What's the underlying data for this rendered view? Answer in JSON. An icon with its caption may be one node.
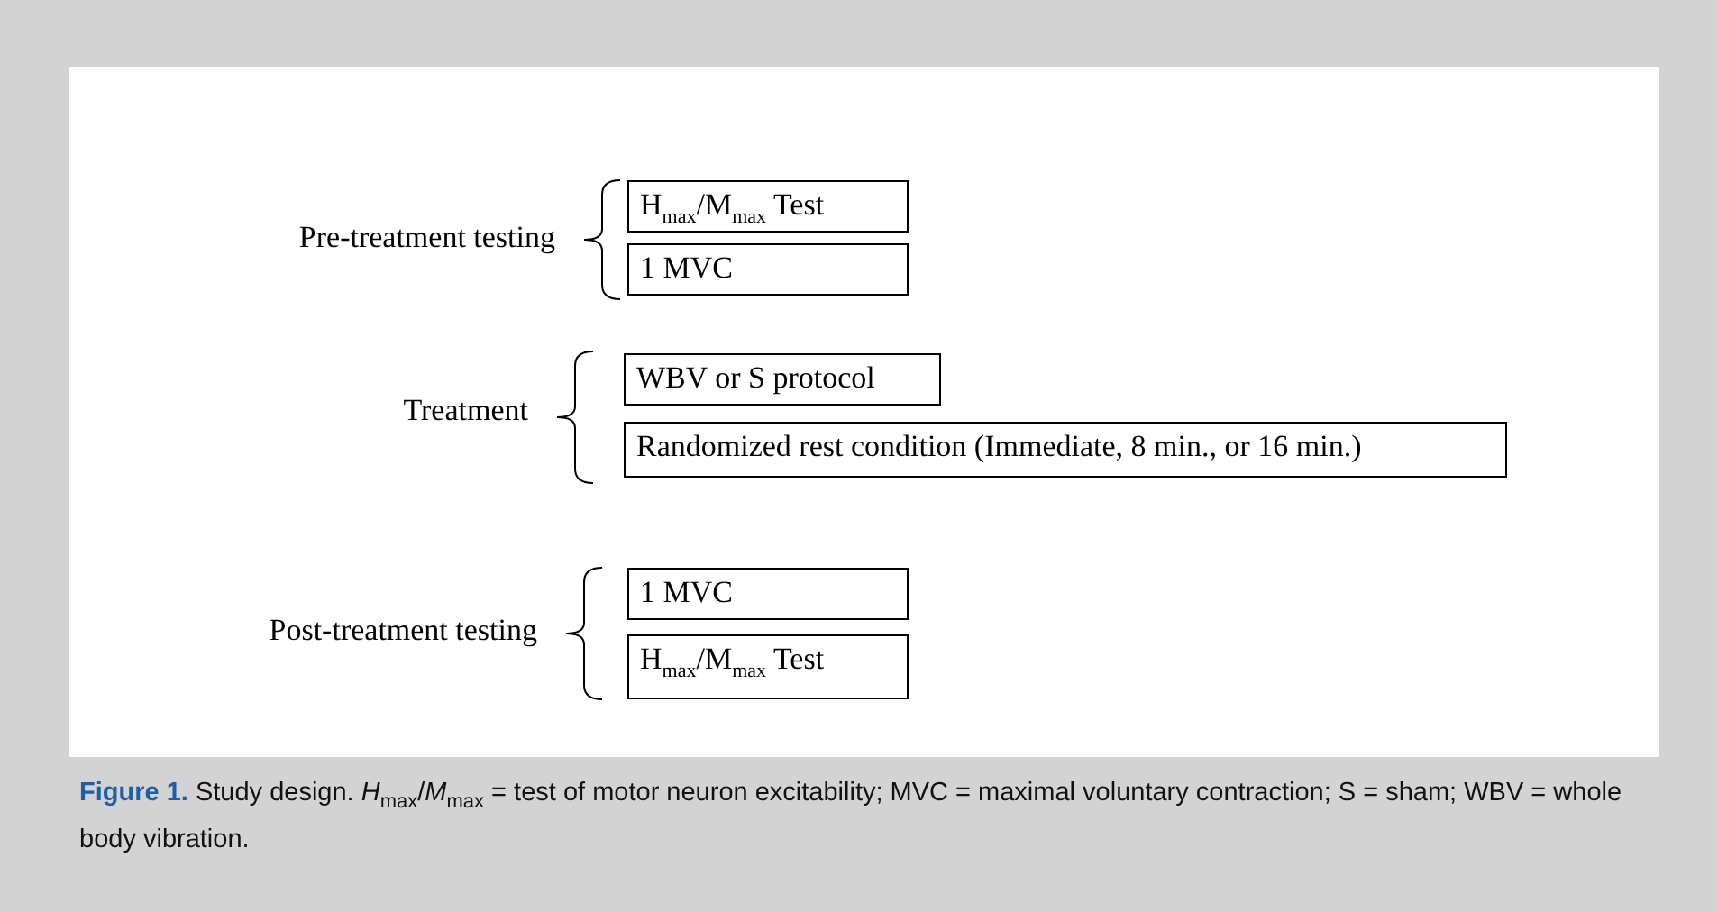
{
  "diagram": {
    "caption": "**Figure 1.** Study design. *H*$_{max}$/*M*$_{max}$ = test of motor neuron excitability; MVC = maximal voluntary contraction; S = sham; WBV = whole body vibration.",
    "nodes": [
      {
        "text": [
          "H$_{max}$/M$_{max}$ Test"
        ]
      },
      {
        "text": [
          "1 MVC"
        ]
      },
      {
        "text": [
          "WBV or S protocol"
        ]
      },
      {
        "text": [
          "Randomized rest condition (Immediate, 8 min., or 16 min.)"
        ]
      },
      {
        "text": [
          "1 MVC"
        ]
      },
      {
        "text": [
          "H$_{max}$/M$_{max}$ Test"
        ]
      }
    ],
    "labels": [
      "Pre-treatment testing",
      "Treatment",
      "Post-treatment testing"
    ]
  }
}
